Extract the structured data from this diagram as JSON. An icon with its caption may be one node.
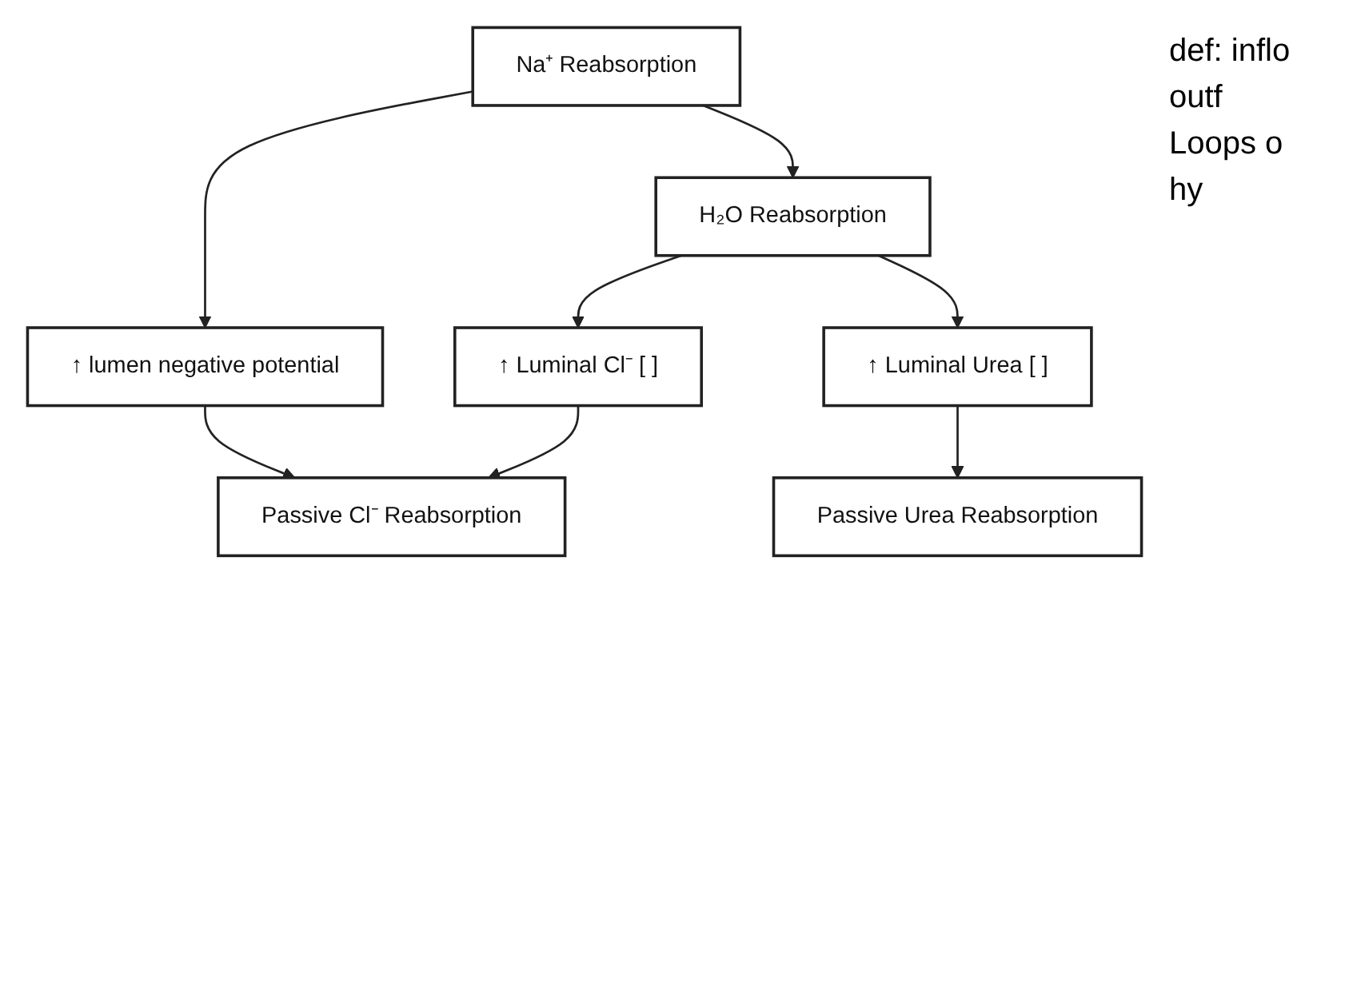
{
  "diagram": {
    "nodes": [
      {
        "text": [
          "Na⁺ Reabsorption"
        ]
      },
      {
        "text": [
          "H₂O Reabsorption"
        ]
      },
      {
        "text": [
          "↑ lumen negative potential"
        ]
      },
      {
        "text": [
          "↑ Luminal Cl⁻ [ ]"
        ]
      },
      {
        "text": [
          "↑ Luminal Urea [ ]"
        ]
      },
      {
        "text": [
          "Passive Cl⁻ Reabsorption"
        ]
      },
      {
        "text": [
          "Passive Urea Reabsorption"
        ]
      }
    ],
    "edges": [
      {
        "from": 0,
        "to": 2,
        "arrow": "to"
      },
      {
        "from": 0,
        "to": 1,
        "arrow": "to"
      },
      {
        "from": 1,
        "to": 3,
        "arrow": "to"
      },
      {
        "from": 1,
        "to": 4,
        "arrow": "to"
      },
      {
        "from": 2,
        "to": 5,
        "arrow": "to"
      },
      {
        "from": 3,
        "to": 5,
        "arrow": "to"
      },
      {
        "from": 4,
        "to": 6,
        "arrow": "to"
      }
    ],
    "labels": [
      "def: inflo",
      "outf",
      "Loops o",
      "hy"
    ]
  }
}
